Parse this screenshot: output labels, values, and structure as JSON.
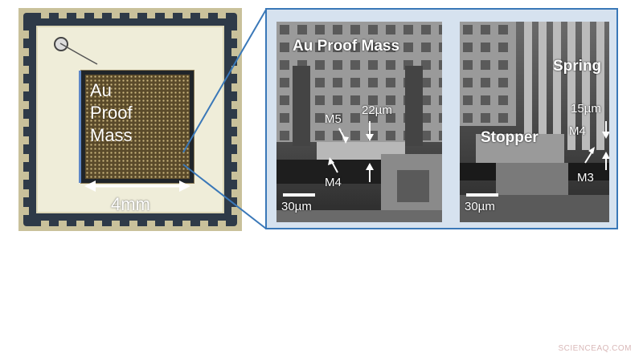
{
  "left_photo": {
    "die_label": "Au\nProof\nMass",
    "dimension_label": "4mm"
  },
  "sem_left": {
    "title": "Au Proof Mass",
    "label_m5": "M5",
    "label_m4": "M4",
    "label_gap": "22µm",
    "scale_label": "30µm"
  },
  "sem_right": {
    "title_spring": "Spring",
    "title_stopper": "Stopper",
    "label_m4": "M4",
    "label_m3": "M3",
    "label_gap": "15µm",
    "scale_label": "30µm"
  },
  "watermark": "SCIENCEAQ.COM",
  "colors": {
    "frame_border": "#3a78b8",
    "frame_fill": "#d6e2ef",
    "package": "#2e3a48",
    "gold_mass": "#5a4a2a"
  }
}
